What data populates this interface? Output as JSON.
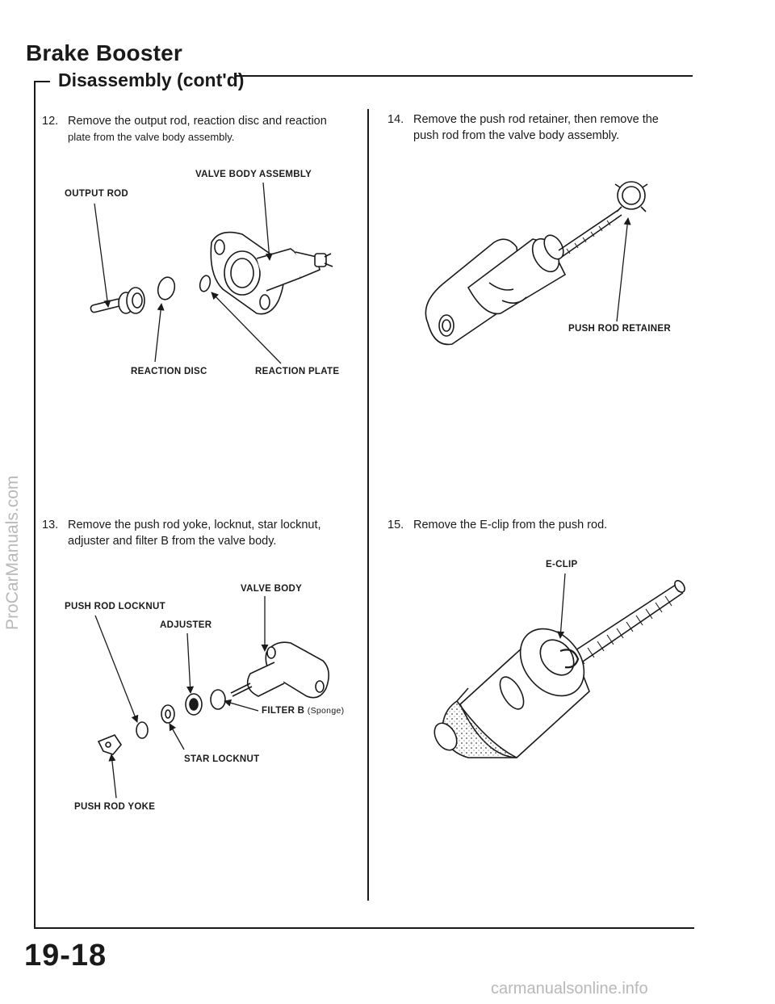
{
  "header": {
    "title": "Brake Booster",
    "subtitle": "Disassembly (cont'd)"
  },
  "steps": [
    {
      "number": "12.",
      "lines": [
        "Remove the output rod, reaction disc and reaction",
        "plate from the valve body assembly."
      ],
      "labels": {
        "valve_body_assembly": "VALVE BODY ASSEMBLY",
        "output_rod": "OUTPUT ROD",
        "reaction_disc": "REACTION DISC",
        "reaction_plate": "REACTION PLATE"
      }
    },
    {
      "number": "13.",
      "lines": [
        "Remove the push rod yoke, locknut, star locknut,",
        "adjuster and filter B from the valve body."
      ],
      "labels": {
        "valve_body": "VALVE BODY",
        "push_rod_locknut": "PUSH ROD LOCKNUT",
        "adjuster": "ADJUSTER",
        "filter_b": "FILTER B",
        "filter_b_note": "(Sponge)",
        "star_locknut": "STAR LOCKNUT",
        "push_rod_yoke": "PUSH ROD YOKE"
      }
    },
    {
      "number": "14.",
      "lines": [
        "Remove the push rod retainer, then remove the",
        "push rod from the valve body assembly."
      ],
      "labels": {
        "push_rod_retainer": "PUSH ROD RETAINER"
      }
    },
    {
      "number": "15.",
      "lines": [
        "Remove the E-clip from the push rod."
      ],
      "labels": {
        "e_clip": "E-CLIP"
      }
    }
  ],
  "footer": {
    "page_number": "19-18"
  },
  "watermarks": {
    "side": "ProCarManuals.com",
    "bottom": "carmanualsonline.info"
  }
}
